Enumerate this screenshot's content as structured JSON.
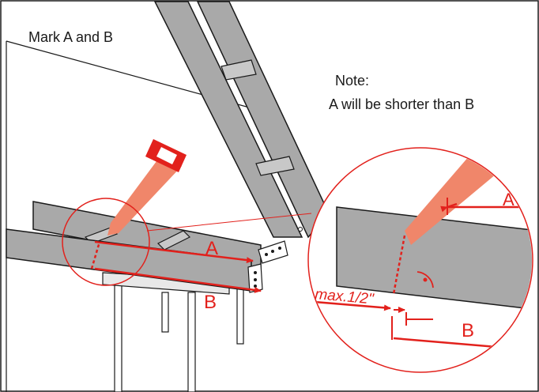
{
  "instruction": "Mark A and B",
  "note": {
    "title": "Note:",
    "body": "A will be shorter than B"
  },
  "labels": {
    "a_main": "A",
    "b_main": "B",
    "a_detail": "A",
    "b_detail": "B",
    "max_overlap": "max.1/2\""
  },
  "colors": {
    "beam": "#a9a9a9",
    "beam_dark": "#8c8c8c",
    "outline": "#1a1a1a",
    "marker_red": "#e2211c",
    "saw_blade": "#f0866a",
    "saw_handle": "#e2211c",
    "wall": "#ffffff"
  },
  "icons": {
    "saw": "hand-saw-icon",
    "right_angle": "right-angle-icon",
    "bracket": "corner-bracket-icon"
  }
}
